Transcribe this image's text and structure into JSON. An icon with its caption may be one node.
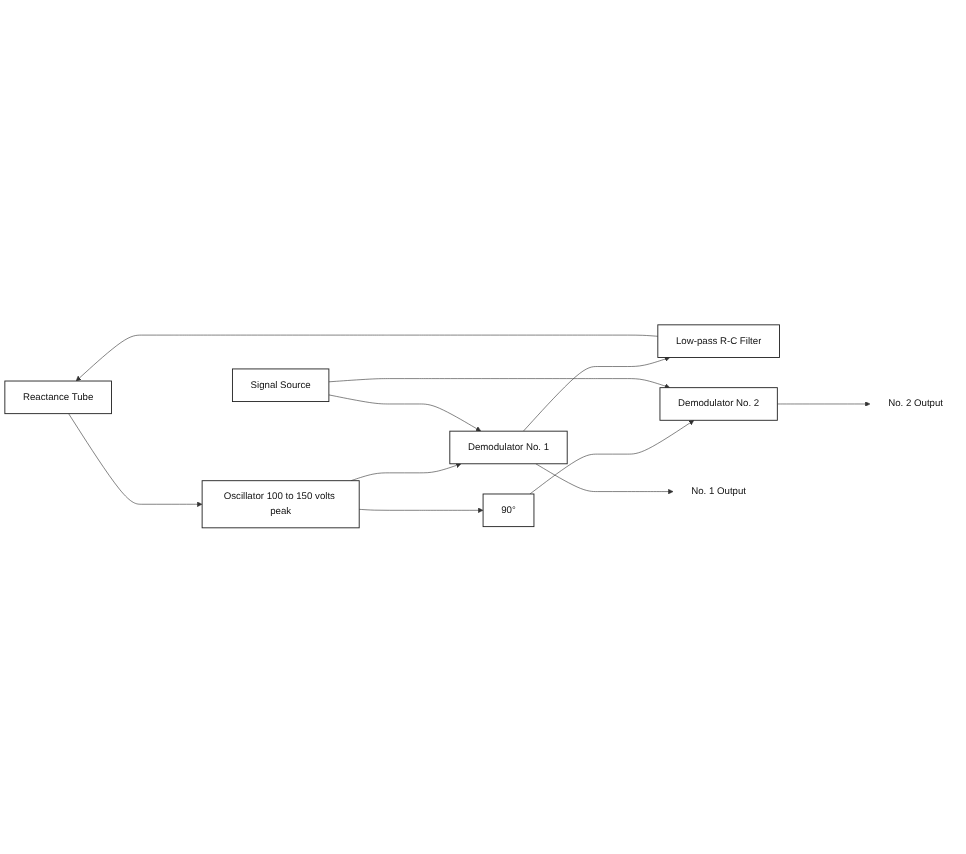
{
  "diagram": {
    "nodes": [
      {
        "text": [
          "Reactance Tube"
        ]
      },
      {
        "text": [
          "Low-pass R-C Filter"
        ]
      },
      {
        "text": [
          "Oscillator 100 to 150 volts peak"
        ]
      },
      {
        "text": [
          "Demodulator No. 1"
        ]
      },
      {
        "text": [
          "90°"
        ]
      },
      {
        "text": [
          "Signal Source"
        ]
      },
      {
        "text": [
          "Demodulator No. 2"
        ]
      },
      {
        "text": [
          "No. 1 Output"
        ]
      },
      {
        "text": [
          "No. 2 Output"
        ]
      }
    ],
    "edges": [
      {
        "from": 1,
        "to": 0,
        "arrow": "to"
      },
      {
        "from": 0,
        "to": 2,
        "arrow": "to"
      },
      {
        "from": 2,
        "to": 3,
        "arrow": "to"
      },
      {
        "from": 2,
        "to": 4,
        "arrow": "to"
      },
      {
        "from": 4,
        "to": 6,
        "arrow": "to"
      },
      {
        "from": 3,
        "to": 7,
        "arrow": "to"
      },
      {
        "from": 3,
        "to": 1,
        "arrow": "to"
      },
      {
        "from": 5,
        "to": 3,
        "arrow": "to"
      },
      {
        "from": 5,
        "to": 6,
        "arrow": "to"
      },
      {
        "from": 6,
        "to": 8,
        "arrow": "to"
      }
    ]
  }
}
